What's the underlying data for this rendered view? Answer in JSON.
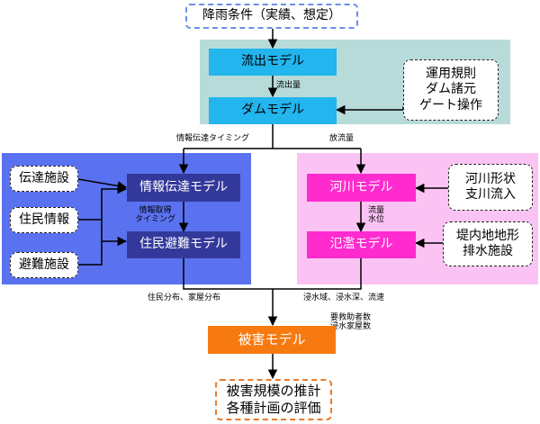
{
  "nodes": {
    "rainfall": "降雨条件（実績、想定）",
    "runoff_model": "流出モデル",
    "dam_model": "ダムモデル",
    "dam_ops": [
      "運用規則",
      "ダム諸元",
      "ゲート操作"
    ],
    "info_model": "情報伝達モデル",
    "evac_model": "住民避難モデル",
    "transmission": "伝達施設",
    "resident_info": "住民情報",
    "shelter": "避難施設",
    "river_model": "河川モデル",
    "river_shape": [
      "河川形状",
      "支川流入"
    ],
    "flood_model": "氾濫モデル",
    "inland": [
      "堤内地地形",
      "排水施設"
    ],
    "damage_model": "被害モデル",
    "output": [
      "被害規模の推計",
      "各種計画の評価"
    ]
  },
  "edge_labels": {
    "runoff_to_dam": "流出量",
    "info_timing": "情報伝達タイミング",
    "discharge": "放流量",
    "info_acquire": [
      "情報取得",
      "タイミング"
    ],
    "flow_level": [
      "流量",
      "水位"
    ],
    "distribution": "住民分布、家屋分布",
    "inundation": "浸水域、浸水深、流速",
    "damage_counts": [
      "要救助者数",
      "浸水家屋数"
    ]
  },
  "colors": {
    "teal_region": "#b6dbd9",
    "blue_region": "#5a72f0",
    "pink_region": "#fbc3f4",
    "cyan_box": "#22b5ee",
    "navy_box": "#33399b",
    "magenta_box": "#ff2bcf",
    "orange_box": "#f77a10"
  }
}
